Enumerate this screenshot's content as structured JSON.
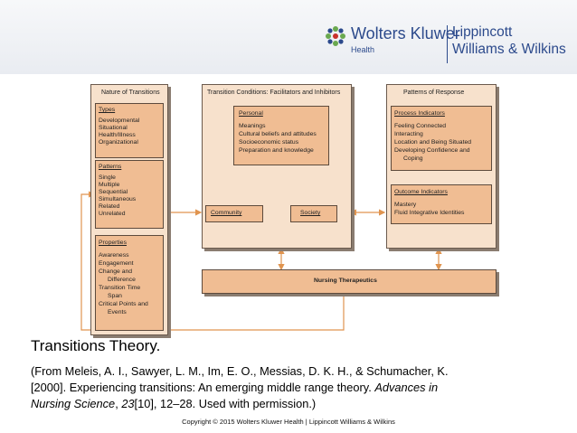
{
  "brand": {
    "company": "Wolters Kluwer",
    "division": "Health",
    "publisher_line1": "Lippincott",
    "publisher_line2": "Williams & Wilkins",
    "colors": {
      "brand_blue": "#2c4a8c",
      "logo_green": "#6aa84f"
    }
  },
  "diagram": {
    "nature": {
      "title": "Nature of Transitions",
      "types": {
        "title": "Types",
        "items": [
          "Developmental",
          "Situational",
          "Health/Illness",
          "Organizational"
        ]
      },
      "patterns": {
        "title": "Patterns",
        "items": [
          "Single",
          "Multiple",
          "Sequential",
          "Simultaneous",
          "Related",
          "Unrelated"
        ]
      },
      "properties": {
        "title": "Properties",
        "items": [
          "Awareness",
          "Engagement",
          "Change and",
          "Difference",
          "Transition Time",
          "Span",
          "Critical Points and",
          "Events"
        ]
      }
    },
    "conditions": {
      "title": "Transition Conditions: Facilitators and Inhibitors",
      "personal": {
        "title": "Personal",
        "items": [
          "Meanings",
          "Cultural beliefs and attitudes",
          "Socioeconomic status",
          "Preparation and knowledge"
        ]
      },
      "community": "Community",
      "society": "Society"
    },
    "response": {
      "title": "Patterns of Response",
      "process": {
        "title": "Process Indicators",
        "items": [
          "Feeling Connected",
          "Interacting",
          "Location and Being Situated",
          "Developing Confidence and",
          "Coping"
        ]
      },
      "outcome": {
        "title": "Outcome Indicators",
        "items": [
          "Mastery",
          "Fluid Integrative Identities"
        ]
      }
    },
    "therapeutics": "Nursing Therapeutics",
    "colors": {
      "outer_fill": "#f7e1cc",
      "inner_fill": "#f0bd93",
      "arrow": "#e0944f"
    }
  },
  "caption": {
    "title": "Transitions Theory.",
    "line1": "(From Meleis, A. I., Sawyer, L. M., Im, E. O., Messias, D. K. H., & Schumacher, K.",
    "line2_a": "[2000]. Experiencing transitions: An emerging middle range theory. ",
    "line2_b": "Advances in",
    "line3_a": "Nursing Science",
    "line3_b": ", ",
    "line3_c": "23",
    "line3_d": "[10], 12–28. Used with permission.)"
  },
  "footer": {
    "copyright": "Copyright © 2015 Wolters Kluwer Health | Lippincott Williams & Wilkins"
  }
}
